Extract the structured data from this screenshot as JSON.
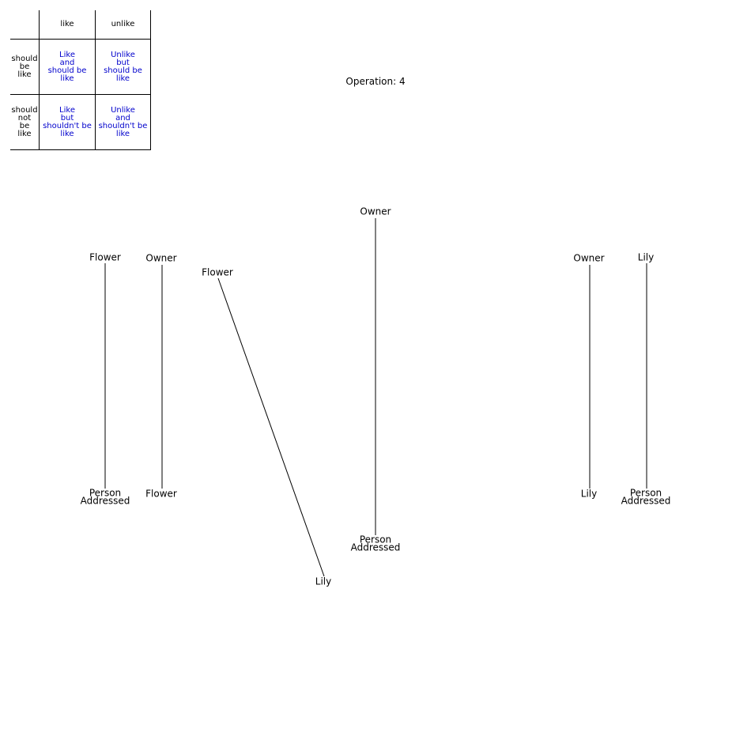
{
  "legend": {
    "col_headers": [
      "like",
      "unlike"
    ],
    "rows": [
      {
        "label": "should\nbe\nlike",
        "cells": [
          "Like\nand\nshould be\nlike",
          "Unlike\nbut\nshould be\nlike"
        ]
      },
      {
        "label": "should\nnot\nbe\nlike",
        "cells": [
          "Like\nbut\nshouldn't be\nlike",
          "Unlike\nand\nshouldn't be\nlike"
        ]
      }
    ]
  },
  "operation_label": "Operation: 4",
  "pairs": [
    {
      "top": "Flower",
      "bottom": "Person Addressed"
    },
    {
      "top": "Owner",
      "bottom": "Flower"
    },
    {
      "top": "Flower",
      "bottom": "Lily"
    },
    {
      "top": "Owner",
      "bottom": "Person Addressed"
    },
    {
      "top": "Owner",
      "bottom": "Lily"
    },
    {
      "top": "Lily",
      "bottom": "Person Addressed"
    }
  ],
  "colors": {
    "line": "#000000",
    "legend_text": "#0000cc"
  }
}
